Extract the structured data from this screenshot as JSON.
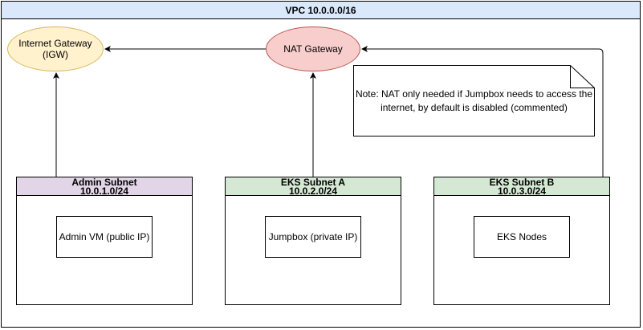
{
  "vpc": {
    "title": "VPC 10.0.0.0/16"
  },
  "gateways": {
    "igw": "Internet Gateway (IGW)",
    "nat": "NAT Gateway"
  },
  "note": "Note: NAT only needed if Jumpbox needs to access the internet, by default is disabled (commented)",
  "subnets": [
    {
      "name": "Admin Subnet",
      "cidr": "10.0.1.0/24",
      "node": "Admin VM (public IP)"
    },
    {
      "name": "EKS Subnet A",
      "cidr": "10.0.2.0/24",
      "node": "Jumpbox (private IP)"
    },
    {
      "name": "EKS Subnet B",
      "cidr": "10.0.3.0/24",
      "node": "EKS Nodes"
    }
  ],
  "colors": {
    "vpc_header": "#dae8fc",
    "igw_fill": "#fff2cc",
    "igw_stroke": "#d6b656",
    "nat_fill": "#f8cecc",
    "nat_stroke": "#b85450",
    "admin_header": "#e1d5e7",
    "eks_header": "#d5e8d4"
  }
}
